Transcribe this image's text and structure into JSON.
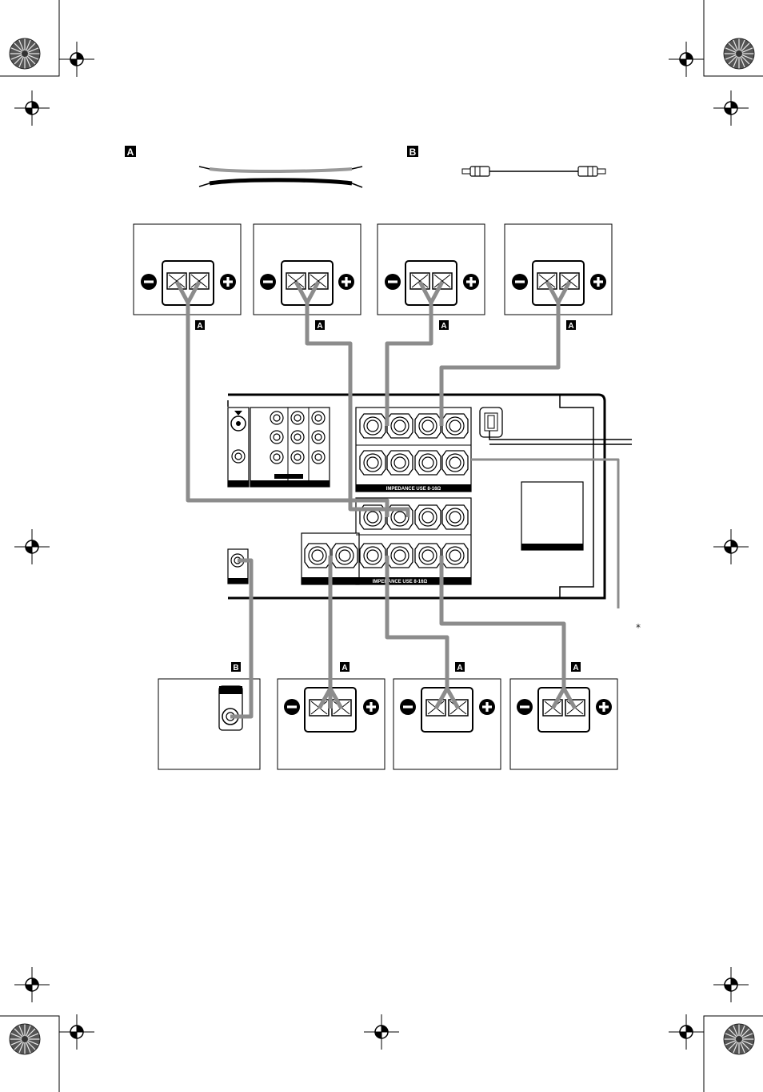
{
  "labels": {
    "cable_a": "A",
    "cable_b": "B",
    "impedance_upper": "IMPEDANCE USE 8-16Ω",
    "impedance_lower": "IMPEDANCE USE 8-16Ω",
    "footnote_mark": "*"
  },
  "icons": {
    "minus": "minus-terminal-icon",
    "plus": "plus-terminal-icon",
    "registration": "registration-mark-icon",
    "color_wheel": "color-wheel-icon"
  },
  "colors": {
    "cable": "#8c8c8c",
    "ink": "#111111"
  }
}
